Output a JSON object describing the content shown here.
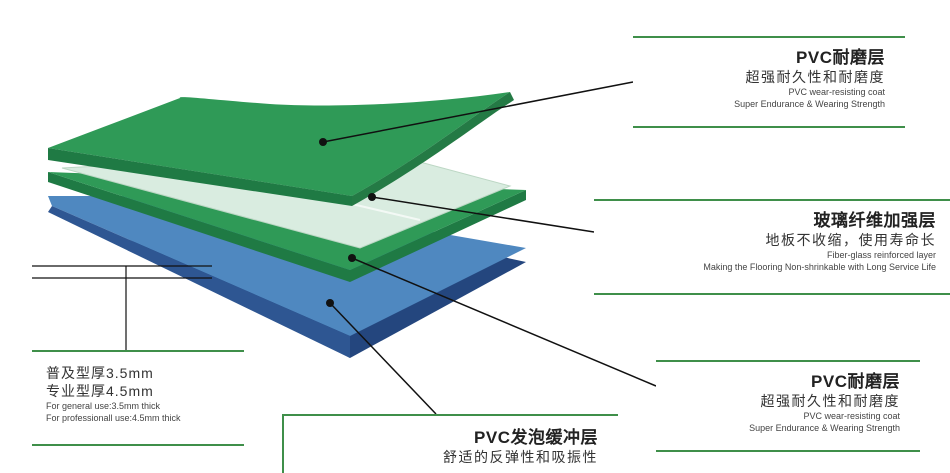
{
  "callouts": {
    "top_wear": {
      "title": "PVC耐磨层",
      "cn": "超强耐久性和耐磨度",
      "en1": "PVC wear-resisting coat",
      "en2": "Super Endurance & Wearing Strength"
    },
    "fiber": {
      "title": "玻璃纤维加强层",
      "cn": "地板不收缩，使用寿命长",
      "en1": "Fiber-glass reinforced layer",
      "en2": "Making the Flooring Non-shrinkable with Long Service Life"
    },
    "bottom_wear": {
      "title": "PVC耐磨层",
      "cn": "超强耐久性和耐磨度",
      "en1": "PVC wear-resisting coat",
      "en2": "Super Endurance & Wearing Strength"
    },
    "foam": {
      "title": "PVC发泡缓冲层",
      "cn": "舒适的反弹性和吸振性"
    },
    "thickness": {
      "general": "普及型厚3.5mm",
      "professional": "专业型厚4.5mm",
      "general_en": "For general use:3.5mm thick",
      "professional_en": "For professionall use:4.5mm thick"
    }
  },
  "colors": {
    "green_top": "#2f9a57",
    "green_dark": "#1f7a44",
    "fiber": "#d9ece0",
    "blue_top": "#4f88c0",
    "blue_dark": "#24467e",
    "rule": "#3f8f4a"
  }
}
